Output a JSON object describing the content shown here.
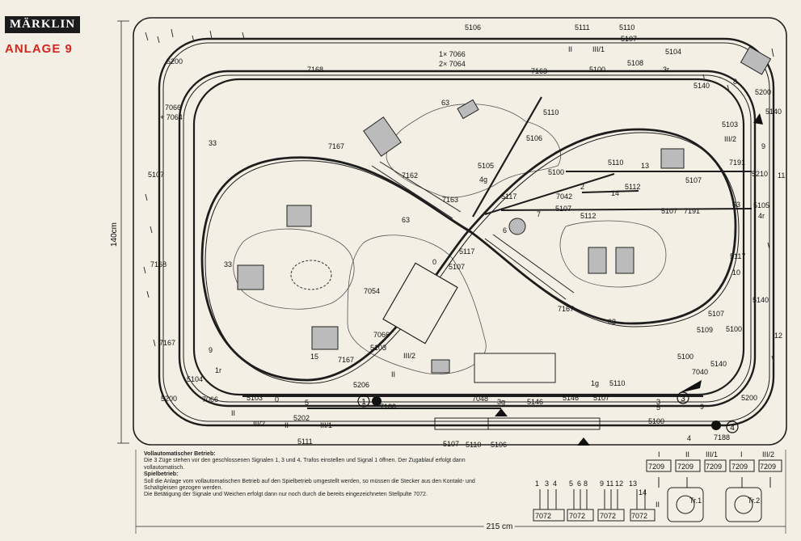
{
  "header": {
    "brand": "MÄRKLIN",
    "title": "ANLAGE 9"
  },
  "dimensions": {
    "width": "215 cm",
    "height": "140cm"
  },
  "notes": {
    "auto_heading": "Vollautomatischer Betrieb:",
    "auto_text": "Die 3 Züge stehen vor den geschlossenen Signalen 1, 3 und 4. Trafos einstellen und Signal 1 öffnen. Der Zugablauf erfolgt dann vollautomatisch.",
    "play_heading": "Spielbetrieb:",
    "play_text_1": "Soll die Anlage vom vollautomatischen Betrieb auf den Spielbetrieb umgestellt werden, so müssen die Stecker aus den Kontakt- und Schaltgleisen gezogen werden.",
    "play_text_2": "Die Betätigung der Signale und Weichen erfolgt dann nur noch durch die bereits eingezeichneten Stellpulte 7072."
  },
  "labels": {
    "l5106a": "5106",
    "l5111a": "5111",
    "l5110a": "5110",
    "l5107a": "5107",
    "l5200a": "5200",
    "l7066a": "7066",
    "l7064a": "+ 7064",
    "l7168a": "7168",
    "l1x7066": "1× 7066",
    "l2x7064": "2× 7064",
    "l7163a": "7163",
    "l5100a": "5100",
    "l5108": "5108",
    "l5104a": "5104",
    "l3r": "3r",
    "l5140a": "5140",
    "l8": "8",
    "l5200b": "5200",
    "l5140b": "5140",
    "l63a": "63",
    "l5110b": "5110",
    "l5106b": "5106",
    "l33a": "33",
    "l7167a": "7167",
    "l5107b": "5107",
    "l7162": "7162",
    "l5105a": "5105",
    "l4g": "4g",
    "l7163b": "7163",
    "l5117a": "5117",
    "l5100b": "5100",
    "l5110c": "5110",
    "l13": "13",
    "l7191a": "7191",
    "l5210": "5210",
    "l5107c": "5107",
    "l2": "2",
    "l7042": "7042",
    "l14": "14",
    "l5112a": "5112",
    "l5107d": "5107",
    "l5112b": "5112",
    "l7191b": "7191",
    "l5107e": "5107",
    "l63b": "63",
    "l5105b": "5105",
    "l4r": "4r",
    "l5103a": "5103",
    "l9": "9",
    "l11": "11",
    "l7": "7",
    "l6": "6",
    "l63c": "63",
    "l5117b": "5117",
    "l5107f": "5107",
    "l7168b": "7168",
    "l33b": "33",
    "l0a": "0",
    "l7054": "7054",
    "l10": "10",
    "l5117c": "5117",
    "l5140c": "5140",
    "l7167b": "7167",
    "l5107g": "5107",
    "l63d": "63",
    "l5109": "5109",
    "l5100c": "5100",
    "l12": "12",
    "l7167c": "7167",
    "l9b": "9",
    "l15": "15",
    "l7167d": "7167",
    "l7066b": "7066",
    "l5103b": "5103",
    "l5100d": "5100",
    "l5140d": "5140",
    "l7040": "7040",
    "l5104b": "5104",
    "l1r": "1r",
    "l5206": "5206",
    "l1g": "1g",
    "l5110d": "5110",
    "l5200c": "5200",
    "l7066c": "7066",
    "l5103c": "5103",
    "l0b": "0",
    "l5a": "5",
    "l7188a": "7188",
    "l7048": "7048",
    "l3g": "3g",
    "l5146a": "5146",
    "l5146b": "5146",
    "l5107h": "5107",
    "l3a": "3",
    "l9c": "9",
    "l5202": "5202",
    "l5111b": "5111",
    "l5107i": "5107",
    "l5110e": "5110",
    "l5106c": "5106",
    "l5100e": "5100",
    "l7188b": "7188",
    "l4a": "4",
    "l5b": "5",
    "lII": "II",
    "lIII1": "III/1",
    "lIII2": "III/2",
    "lI": "I",
    "p1": "1",
    "p3": "3",
    "p4": "4",
    "p5": "5",
    "p6": "6",
    "p8": "8",
    "p9": "9",
    "p11": "11",
    "p12": "12",
    "p13": "13",
    "p14": "14",
    "k7072": "7072",
    "k7209": "7209",
    "tr1": "Tr.1",
    "tr2": "Tr.2",
    "sig1": "1",
    "sig3": "3",
    "sig4": "4"
  }
}
